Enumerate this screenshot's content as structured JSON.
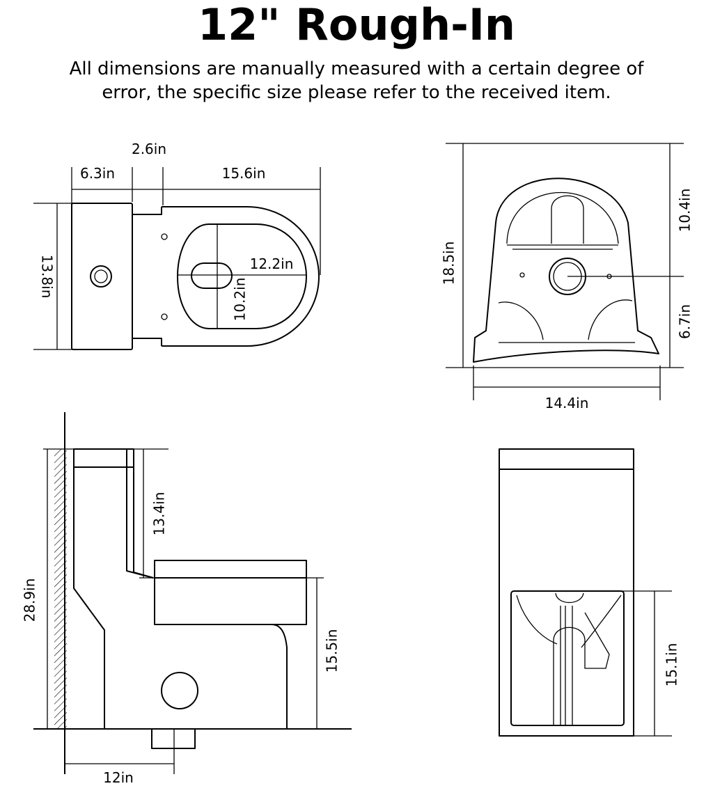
{
  "header": {
    "title": "12\" Rough-In",
    "subtitle_line1": "All dimensions are manually measured with a certain degree of",
    "subtitle_line2": "error, the specific size please refer to the received item."
  },
  "top_view": {
    "tank_depth": "6.3in",
    "gap": "2.6in",
    "bowl_length": "15.6in",
    "tank_width": "13.8in",
    "seat_length": "12.2in",
    "seat_width": "10.2in"
  },
  "rear_view": {
    "total_height": "18.5in",
    "upper_height": "10.4in",
    "lower_height": "6.7in",
    "base_width": "14.4in"
  },
  "side_view": {
    "total_height": "28.9in",
    "tank_height": "13.4in",
    "seat_height": "15.5in",
    "rough_in": "12in"
  },
  "front_view": {
    "trap_height": "15.1in"
  }
}
